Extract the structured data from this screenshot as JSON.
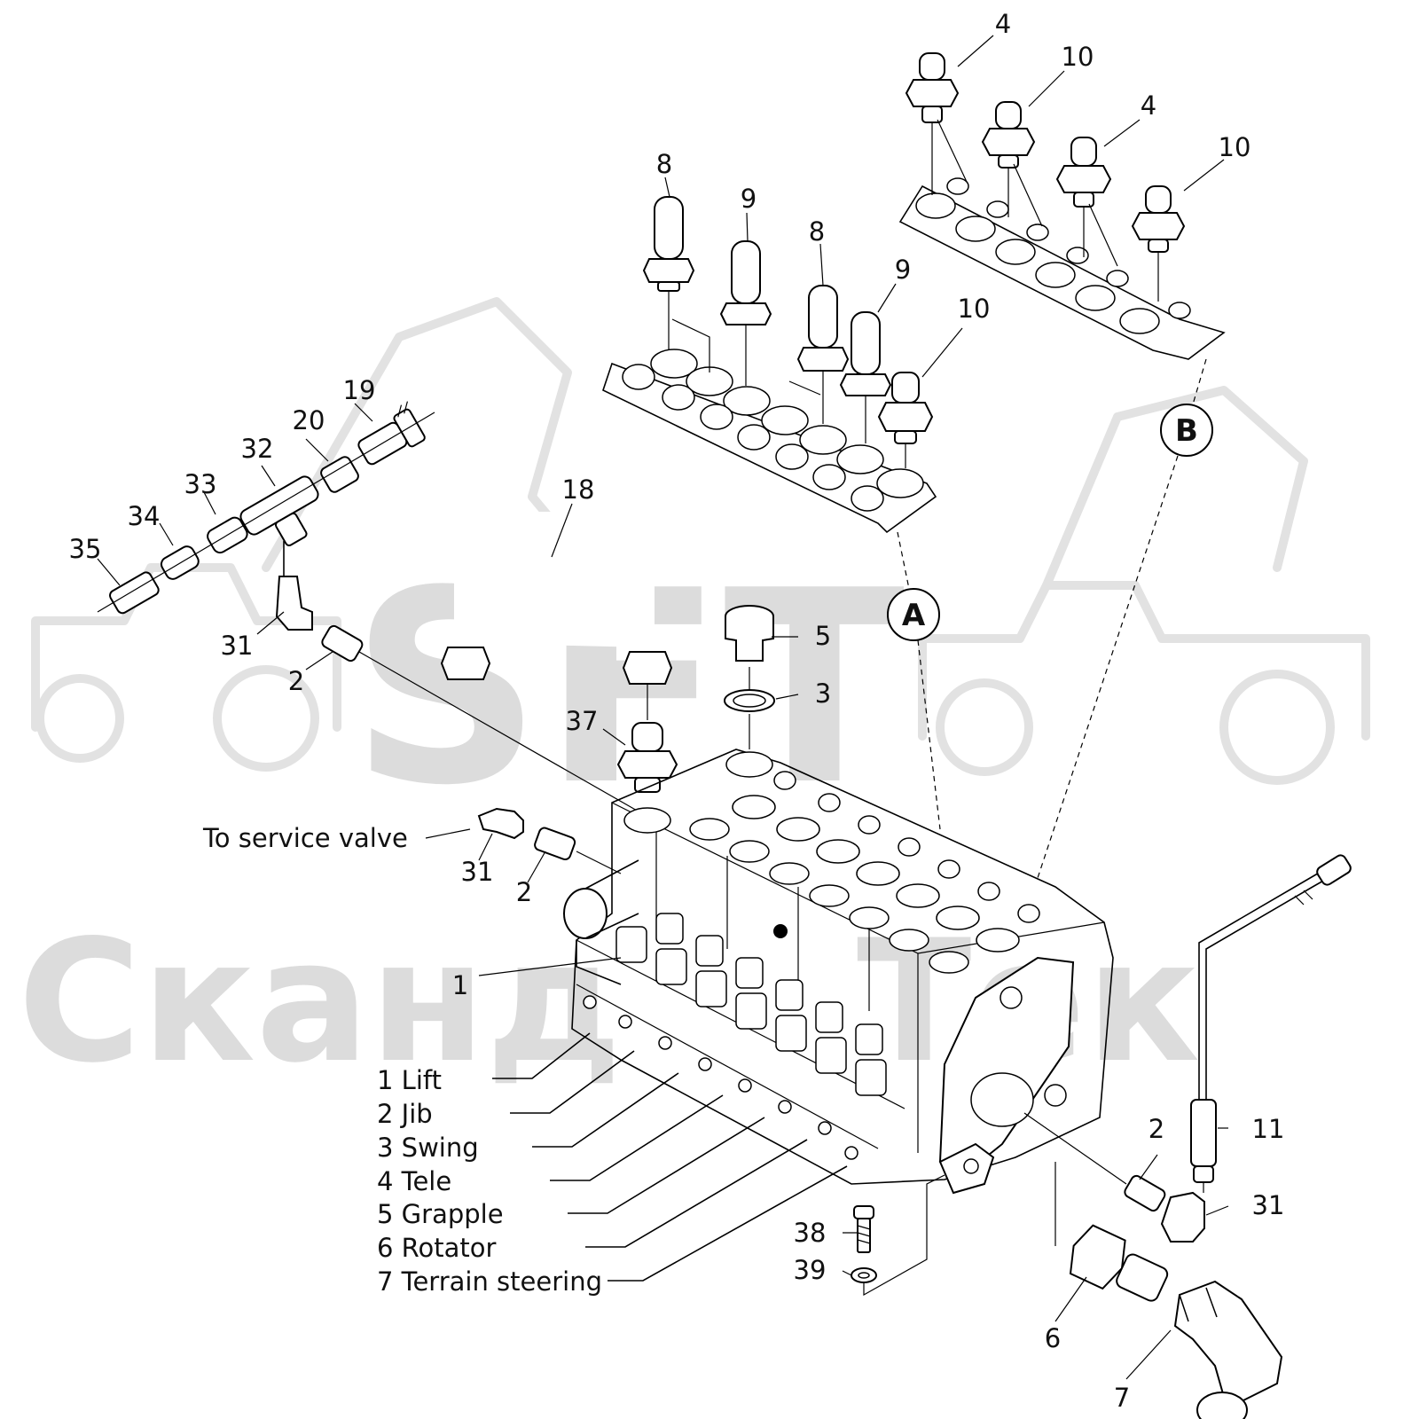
{
  "watermark": {
    "main": "SFT",
    "sub": "Сканд    Тек"
  },
  "callouts": {
    "c4a": "4",
    "c10a": "10",
    "c4b": "4",
    "c10b": "10",
    "c8a": "8",
    "c9a": "9",
    "c8b": "8",
    "c9b": "9",
    "c10c": "10",
    "c19": "19",
    "c20": "20",
    "c32": "32",
    "c33": "33",
    "c34": "34",
    "c35": "35",
    "c18": "18",
    "c5": "5",
    "c3": "3",
    "c37": "37",
    "c31a": "31",
    "c2a": "2",
    "c31b": "31",
    "c2b": "2",
    "c1": "1",
    "c11": "11",
    "c2c": "2",
    "c31c": "31",
    "c38": "38",
    "c39": "39",
    "c6": "6",
    "c7": "7"
  },
  "refs": {
    "a": "A",
    "b": "B"
  },
  "service_valve": "To service valve",
  "legend": [
    "1 Lift",
    "2 Jib",
    "3 Swing",
    "4 Tele",
    "5 Grapple",
    "6 Rotator",
    "7 Terrain steering"
  ]
}
